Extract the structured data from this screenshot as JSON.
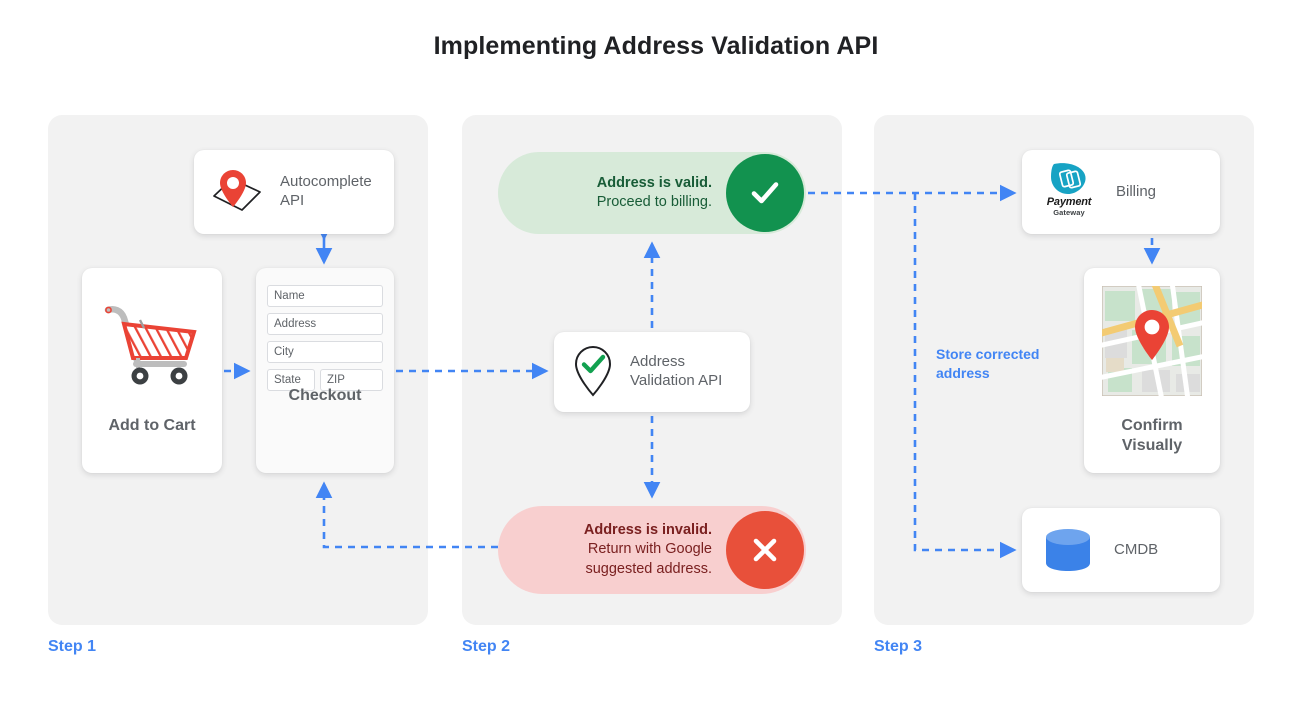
{
  "title": "Implementing Address Validation API",
  "colors": {
    "accent_blue": "#4285f4",
    "panel_bg": "#f2f2f2",
    "valid_bg": "#d7ead9",
    "valid_badge": "#12924f",
    "invalid_bg": "#f8cfcf",
    "invalid_badge": "#e8503a",
    "pin_red": "#ea4335",
    "cmdb_blue": "#3b82e8"
  },
  "steps": [
    {
      "label": "Step 1"
    },
    {
      "label": "Step 2"
    },
    {
      "label": "Step 3"
    }
  ],
  "step1": {
    "autocomplete": {
      "label": "Autocomplete\nAPI",
      "label_line1": "Autocomplete",
      "label_line2": "API",
      "icon": "map-pin-icon"
    },
    "cart": {
      "title": "Add to Cart",
      "icon": "shopping-cart-icon"
    },
    "checkout": {
      "title": "Checkout",
      "fields": [
        {
          "name": "name-field",
          "placeholder": "Name"
        },
        {
          "name": "address-field",
          "placeholder": "Address"
        },
        {
          "name": "city-field",
          "placeholder": "City"
        },
        {
          "name": "state-field",
          "placeholder": "State"
        },
        {
          "name": "zip-field",
          "placeholder": "ZIP"
        }
      ]
    }
  },
  "step2": {
    "valid": {
      "headline": "Address is valid.",
      "detail": "Proceed to billing.",
      "icon": "check-circle-icon"
    },
    "validation_api": {
      "label_line1": "Address",
      "label_line2": "Validation API",
      "icon": "pin-check-icon"
    },
    "invalid": {
      "headline": "Address is invalid.",
      "detail_line1": "Return with Google",
      "detail_line2": "suggested address.",
      "icon": "x-circle-icon"
    }
  },
  "step3": {
    "billing": {
      "label": "Billing",
      "logo_word": "Payment",
      "logo_sub": "Gateway",
      "icon": "payment-gateway-logo"
    },
    "confirm": {
      "title_line1": "Confirm",
      "title_line2": "Visually",
      "icon": "map-thumbnail-icon"
    },
    "cmdb": {
      "label": "CMDB",
      "icon": "database-icon"
    },
    "store_note": "Store corrected address"
  }
}
